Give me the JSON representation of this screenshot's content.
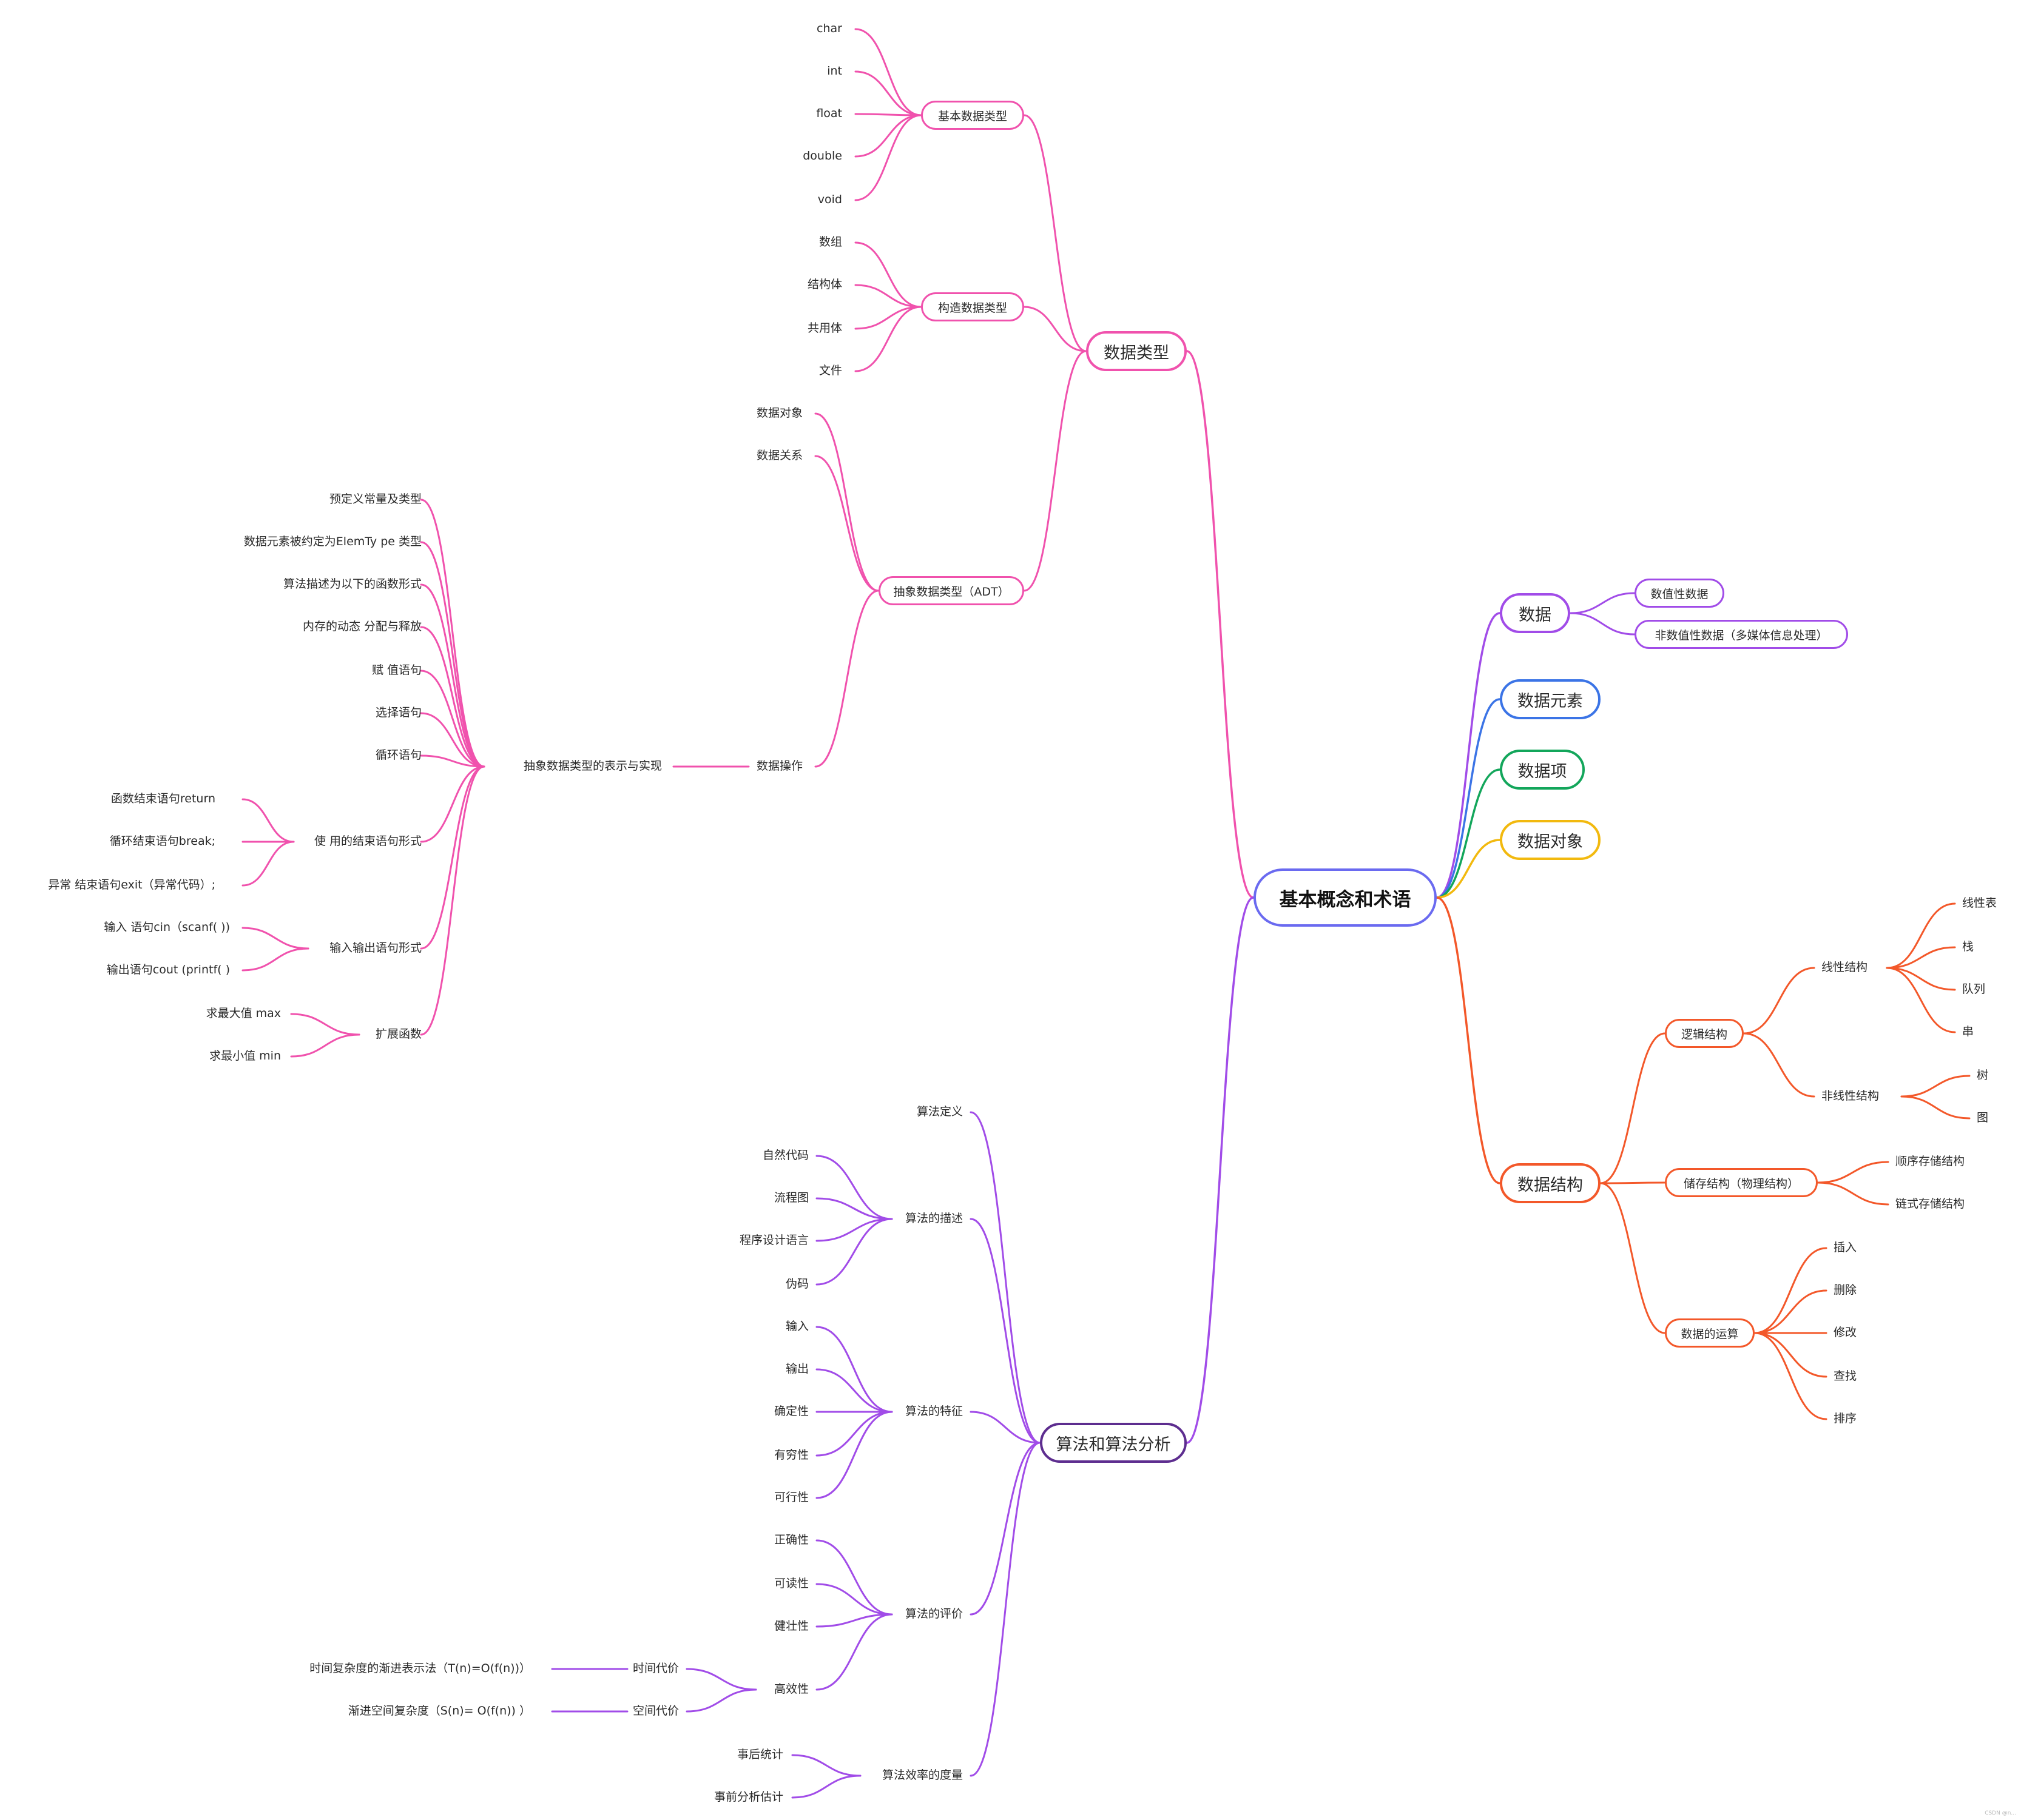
{
  "colors": {
    "pink": "#f052ad",
    "purple": "#a14ce8",
    "blue": "#3b74e6",
    "green": "#13a65b",
    "yellow": "#f2b90e",
    "orange": "#f3582a",
    "darkpurple": "#5d2d8f",
    "root": "#6a6af0"
  },
  "root": {
    "label": "基本概念和术语"
  },
  "data_types": {
    "label": "数据类型",
    "basic": {
      "label": "基本数据类型",
      "items": [
        "char",
        "int",
        "float",
        "double",
        "void"
      ]
    },
    "constructed": {
      "label": "构造数据类型",
      "items": [
        "数组",
        "结构体",
        "共用体",
        "文件"
      ]
    },
    "adt": {
      "label": "抽象数据类型（ADT）",
      "items": [
        "数据对象",
        "数据关系",
        "数据操作"
      ],
      "impl": {
        "label": "抽象数据类型的表示与实现",
        "items": [
          "预定义常量及类型",
          "数据元素被约定为ElemTy pe 类型",
          "算法描述为以下的函数形式",
          "内存的动态 分配与释放",
          "赋 值语句",
          "选择语句",
          "循环语句"
        ],
        "end": {
          "label": "使 用的结束语句形式",
          "items": [
            "函数结束语句return",
            "循环结束语句break;",
            "异常 结束语句exit（异常代码）;"
          ]
        },
        "io": {
          "label": "输入输出语句形式",
          "items": [
            "输入 语句cin（scanf( ))",
            "输出语句cout (printf( )"
          ]
        },
        "ext": {
          "label": "扩展函数",
          "items": [
            "求最大值  max",
            "求最小值  min"
          ]
        }
      }
    }
  },
  "data": {
    "label": "数据",
    "items": [
      "数值性数据",
      "非数值性数据（多媒体信息处理）"
    ]
  },
  "data_element": {
    "label": "数据元素"
  },
  "data_item": {
    "label": "数据项"
  },
  "data_object": {
    "label": "数据对象"
  },
  "data_structure": {
    "label": "数据结构",
    "logical": {
      "label": "逻辑结构",
      "linear": {
        "label": "线性结构",
        "items": [
          "线性表",
          "栈",
          "队列",
          "串"
        ]
      },
      "nonlinear": {
        "label": "非线性结构",
        "items": [
          "树",
          "图"
        ]
      }
    },
    "storage": {
      "label": "储存结构（物理结构）",
      "items": [
        "顺序存储结构",
        "链式存储结构"
      ]
    },
    "ops": {
      "label": "数据的运算",
      "items": [
        "插入",
        "删除",
        "修改",
        "查找",
        "排序"
      ]
    }
  },
  "algorithm": {
    "label": "算法和算法分析",
    "definition": {
      "label": "算法定义"
    },
    "description": {
      "label": "算法的描述",
      "items": [
        "自然代码",
        "流程图",
        "程序设计语言",
        "伪码"
      ]
    },
    "features": {
      "label": "算法的特征",
      "items": [
        "输入",
        "输出",
        "确定性",
        "有穷性",
        "可行性"
      ]
    },
    "evaluation": {
      "label": "算法的评价",
      "items": [
        "正确性",
        "可读性",
        "健壮性"
      ],
      "efficiency": {
        "label": "高效性",
        "time": {
          "label": "时间代价",
          "detail": "时间复杂度的渐进表示法（T(n)=O(f(n))）"
        },
        "space": {
          "label": "空间代价",
          "detail": "渐进空间复杂度（S(n)= O(f(n)) ）"
        }
      }
    },
    "measure": {
      "label": "算法效率的度量",
      "items": [
        "事后统计",
        "事前分析估计"
      ]
    }
  },
  "watermark": "CSDN @n..."
}
